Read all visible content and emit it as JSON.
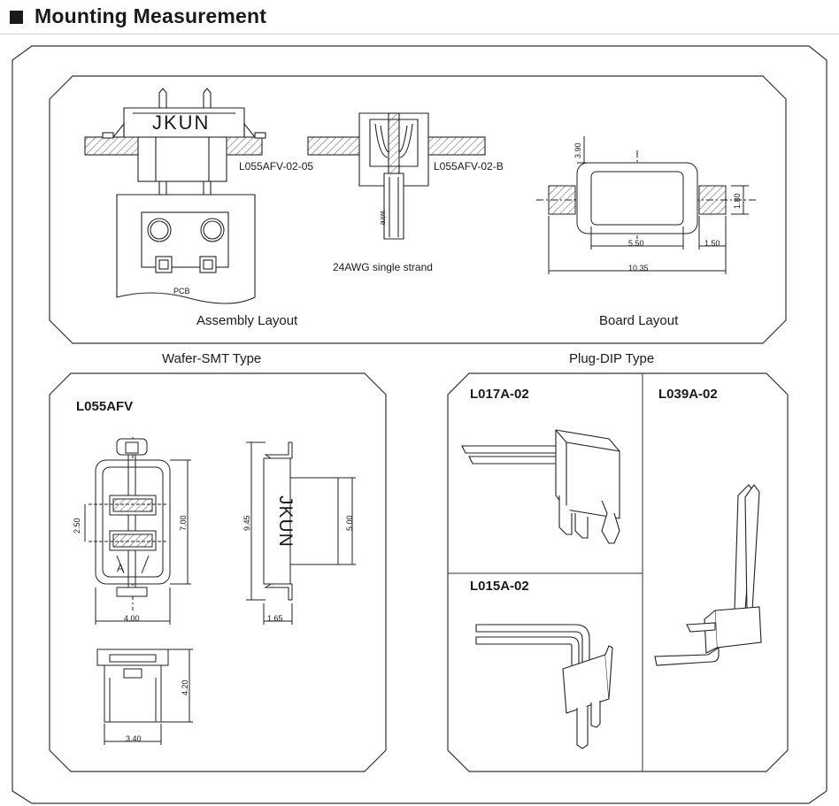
{
  "header": {
    "title": "Mounting Measurement"
  },
  "assembly": {
    "part_a": "L055AFV-02-05",
    "part_b": "L055AFV-02-B",
    "wire_tag": "wire",
    "wire_note": "24AWG single strand",
    "pcb": "PCB",
    "brand": "JKUN",
    "caption": "Assembly Layout"
  },
  "board": {
    "caption": "Board Layout",
    "dims": {
      "h": "3.90",
      "pad_h": "1.80",
      "inner_w": "5.50",
      "pad_w": "1.50",
      "total_w": "10.35"
    }
  },
  "wafer": {
    "section": "Wafer-SMT Type",
    "model": "L055AFV",
    "brand": "JKUN",
    "dims": {
      "pitch": "2.50",
      "height": "7.00",
      "width": "4.00",
      "body_h": "9.45",
      "depth": "5.00",
      "tab": "1.65",
      "bottom_h": "4.20",
      "bottom_w": "3.40"
    }
  },
  "plug": {
    "section": "Plug-DIP Type",
    "models": [
      "L017A-02",
      "L039A-02",
      "L015A-02"
    ]
  }
}
